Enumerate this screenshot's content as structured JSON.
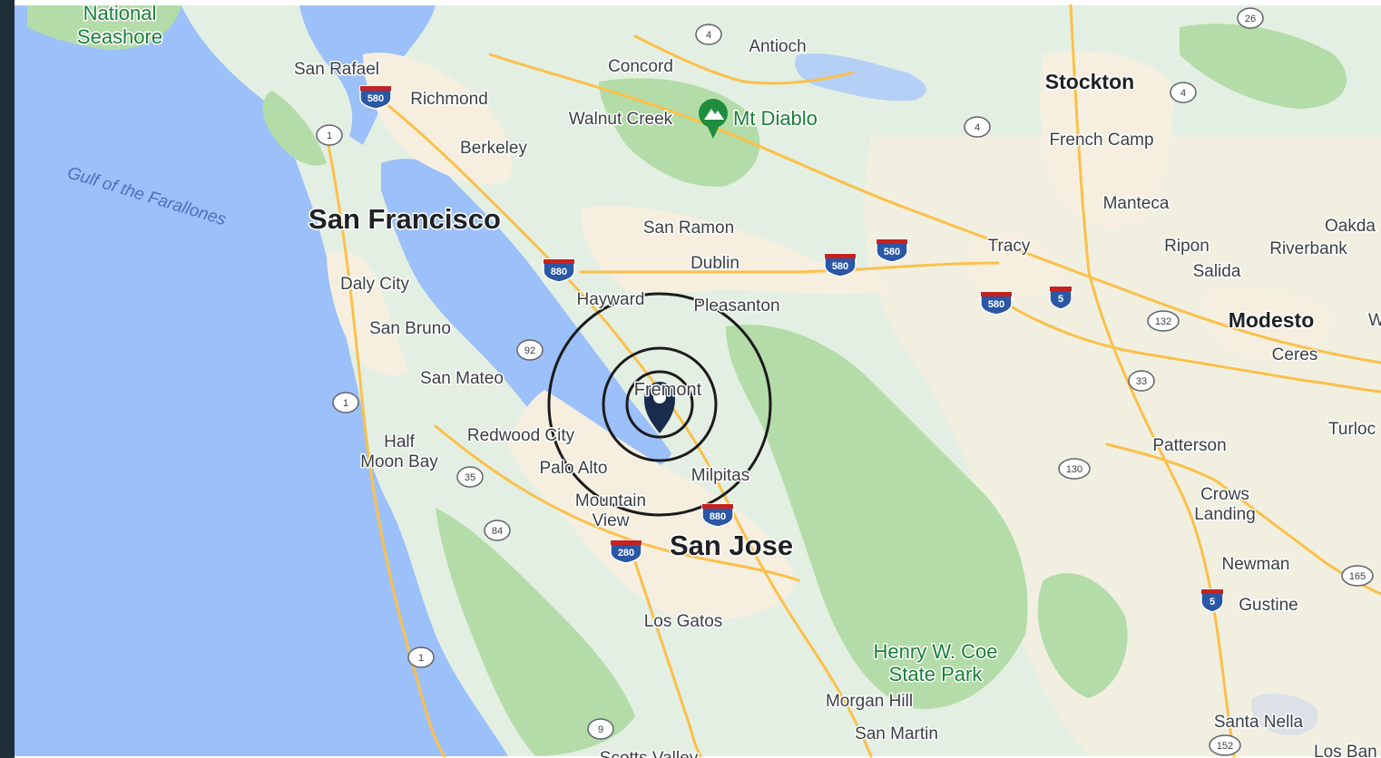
{
  "colors": {
    "water": "#9cc0f9",
    "land": "#e3efe2",
    "urban": "#f5efe2",
    "green": "#b4dca8",
    "road": "#fbc04b",
    "ring": "#1b1b1b",
    "pin": "#1a2c4e"
  },
  "labels": {
    "seashore_1": "National",
    "seashore_2": "Seashore",
    "san_rafael": "San Rafael",
    "richmond": "Richmond",
    "berkeley": "Berkeley",
    "gulf": "Gulf of the Farallones",
    "san_francisco": "San Francisco",
    "daly_city": "Daly City",
    "san_bruno": "San Bruno",
    "san_mateo": "San Mateo",
    "half_moon_1": "Half",
    "half_moon_2": "Moon Bay",
    "redwood_city": "Redwood City",
    "palo_alto": "Palo Alto",
    "mountain_view_1": "Mountain",
    "mountain_view_2": "View",
    "san_jose": "San Jose",
    "los_gatos": "Los Gatos",
    "concord": "Concord",
    "antioch": "Antioch",
    "walnut_creek": "Walnut Creek",
    "mt_diablo": "Mt Diablo",
    "san_ramon": "San Ramon",
    "dublin": "Dublin",
    "hayward": "Hayward",
    "pleasanton": "Pleasanton",
    "fremont": "Fremont",
    "milpitas": "Milpitas",
    "stockton": "Stockton",
    "french_camp": "French Camp",
    "manteca": "Manteca",
    "tracy": "Tracy",
    "ripon": "Ripon",
    "riverbank": "Riverbank",
    "salida": "Salida",
    "oakdale": "Oakda",
    "modesto": "Modesto",
    "ceres": "Ceres",
    "turlock": "Turloc",
    "patterson": "Patterson",
    "crows_landing_1": "Crows",
    "crows_landing_2": "Landing",
    "newman": "Newman",
    "gustine": "Gustine",
    "henry_coe_1": "Henry W. Coe",
    "henry_coe_2": "State Park",
    "morgan_hill": "Morgan Hill",
    "san_martin": "San Martin",
    "santa_nella": "Santa Nella",
    "los_banos": "Los Ban",
    "scotts_valley": "Scotts Valley",
    "edge_w": "W"
  },
  "shields": {
    "i580_a": "580",
    "i580_b": "580",
    "i580_c": "580",
    "i580_d": "580",
    "i880_a": "880",
    "i880_b": "880",
    "i280": "280",
    "i5_a": "5",
    "i5_b": "5"
  },
  "routes": {
    "r4_a": "4",
    "r4_b": "4",
    "r4_c": "4",
    "r26": "26",
    "r1_a": "1",
    "r1_b": "1",
    "r1_c": "1",
    "r92": "92",
    "r35": "35",
    "r84": "84",
    "r9": "9",
    "r132": "132",
    "r33": "33",
    "r130": "130",
    "r165": "165",
    "r152": "152"
  }
}
